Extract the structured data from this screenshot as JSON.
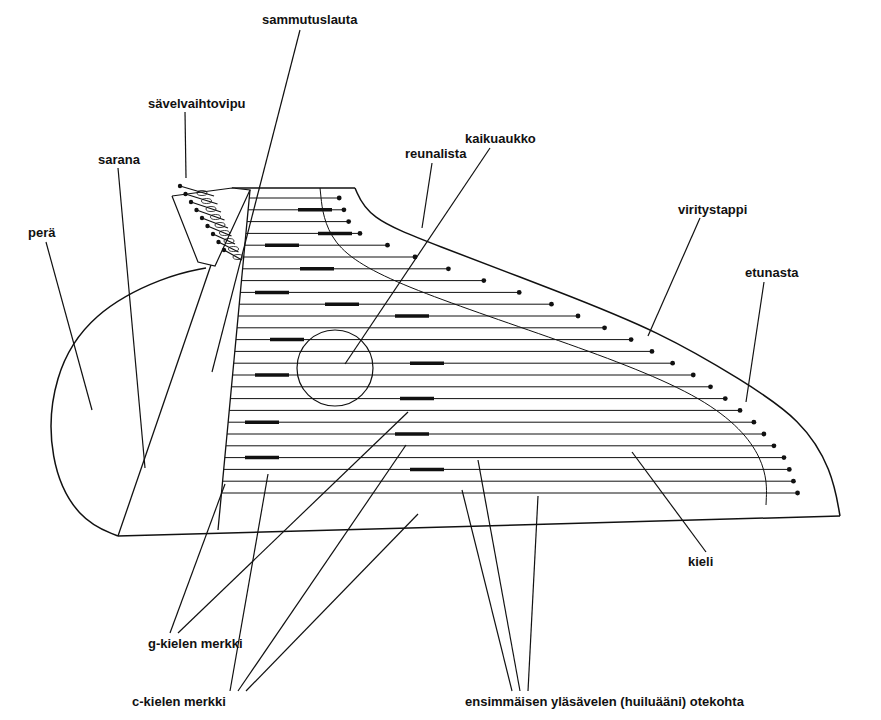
{
  "diagram": {
    "labels": [
      "sammutuslauta",
      "sävelvaihtovipu",
      "reunalista",
      "kaikuaukko",
      "sarana",
      "perä",
      "viritystappi",
      "etunasta",
      "g-kielen merkki",
      "kieli",
      "c-kielen merkki",
      "ensimmäisen yläsävelen (huiluääni) otekohta"
    ]
  }
}
